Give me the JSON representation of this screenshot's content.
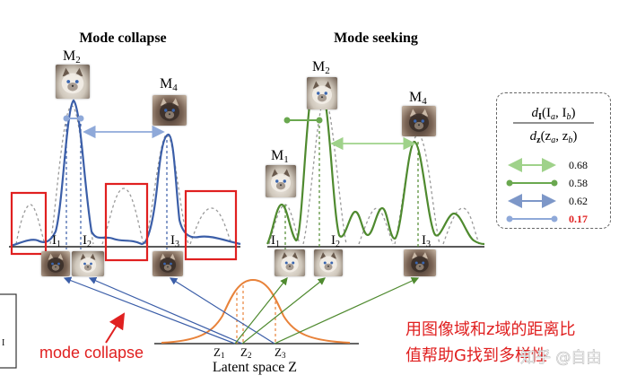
{
  "titles": {
    "left": "Mode collapse",
    "right": "Mode seeking"
  },
  "labels": {
    "m2_left": "M",
    "m2_left_sub": "2",
    "m4_left": "M",
    "m4_left_sub": "4",
    "m1_right": "M",
    "m1_right_sub": "1",
    "m2_right": "M",
    "m2_right_sub": "2",
    "m4_right": "M",
    "m4_right_sub": "4",
    "i1_left": "I",
    "i1_left_sub": "1",
    "i2_left": "I",
    "i2_left_sub": "2",
    "i3_left": "I",
    "i3_left_sub": "3",
    "i1_right": "I",
    "i1_right_sub": "1",
    "i2_right": "I",
    "i2_right_sub": "2",
    "i3_right": "I",
    "i3_right_sub": "3",
    "z1": "Z",
    "z1_sub": "1",
    "z2": "Z",
    "z2_sub": "2",
    "z3": "Z",
    "z3_sub": "3",
    "latent_axis": "Latent space Z",
    "edge_fragment": "I"
  },
  "legend": {
    "formula_num": "d",
    "formula_num_sub": "I",
    "formula_num_args": "(I",
    "formula_num_a": "a",
    "formula_num_comma": ", I",
    "formula_num_b": "b",
    "formula_num_close": ")",
    "formula_den": "d",
    "formula_den_sub": "z",
    "formula_den_args": "(z",
    "formula_den_a": "a",
    "formula_den_comma": ", z",
    "formula_den_b": "b",
    "formula_den_close": ")",
    "items": [
      {
        "value": "0.68",
        "color": "#9fd28a",
        "endpoint": "arrow"
      },
      {
        "value": "0.58",
        "color": "#6aa84f",
        "endpoint": "dot"
      },
      {
        "value": "0.62",
        "color": "#7d97c8",
        "endpoint": "arrow"
      },
      {
        "value": "0.17",
        "color": "#8fa9d9",
        "endpoint": "dot",
        "highlight": "#e02020"
      }
    ]
  },
  "annotations": {
    "mode_collapse": "mode collapse",
    "cn_line1": "用图像域和z域的距离比",
    "cn_line2": "值帮助G找到多样性",
    "watermark": "知乎 @自由"
  },
  "colors": {
    "left_curve": "#3b5ea8",
    "right_curve": "#4f8a2f",
    "gaussian": "#e8823a",
    "red": "#e02020",
    "dashed_gray": "#999999"
  }
}
